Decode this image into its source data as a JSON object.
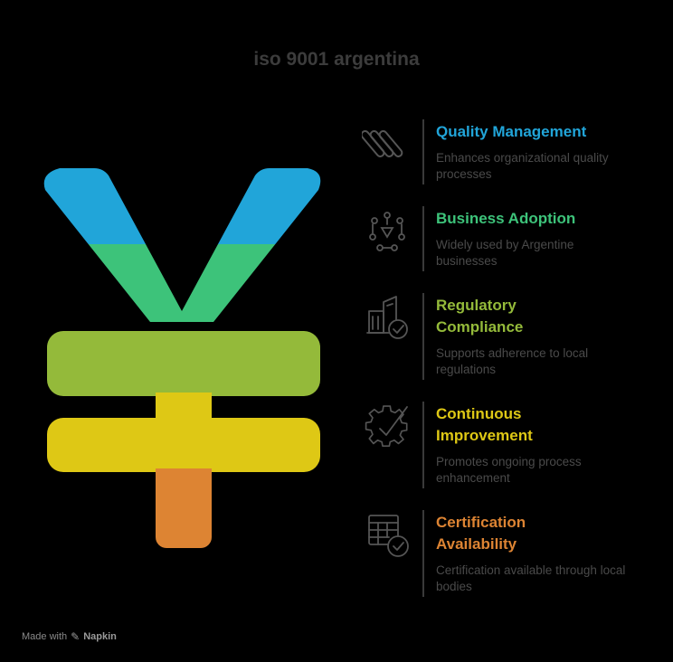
{
  "title": "iso 9001 argentina",
  "colors": {
    "blue": "#21A5D9",
    "green": "#3DC37A",
    "lime": "#94BA3A",
    "yellow": "#DEC815",
    "orange": "#DD8433",
    "icon": "#555555"
  },
  "items": [
    {
      "heading": "Quality Management",
      "description": "Enhances organizational quality processes",
      "color": "#21A5D9",
      "icon": "quality-layers-icon"
    },
    {
      "heading": "Business Adoption",
      "description": "Widely used by Argentine businesses",
      "color": "#3DC37A",
      "icon": "network-icon"
    },
    {
      "heading": "Regulatory Compliance",
      "description": "Supports adherence to local regulations",
      "color": "#94BA3A",
      "icon": "building-check-icon"
    },
    {
      "heading": "Continuous Improvement",
      "description": "Promotes ongoing process enhancement",
      "color": "#DEC815",
      "icon": "gear-check-icon"
    },
    {
      "heading": "Certification Availability",
      "description": "Certification available through local bodies",
      "color": "#DD8433",
      "icon": "table-check-icon"
    }
  ],
  "footer": {
    "made_with": "Made with",
    "brand": "Napkin"
  }
}
